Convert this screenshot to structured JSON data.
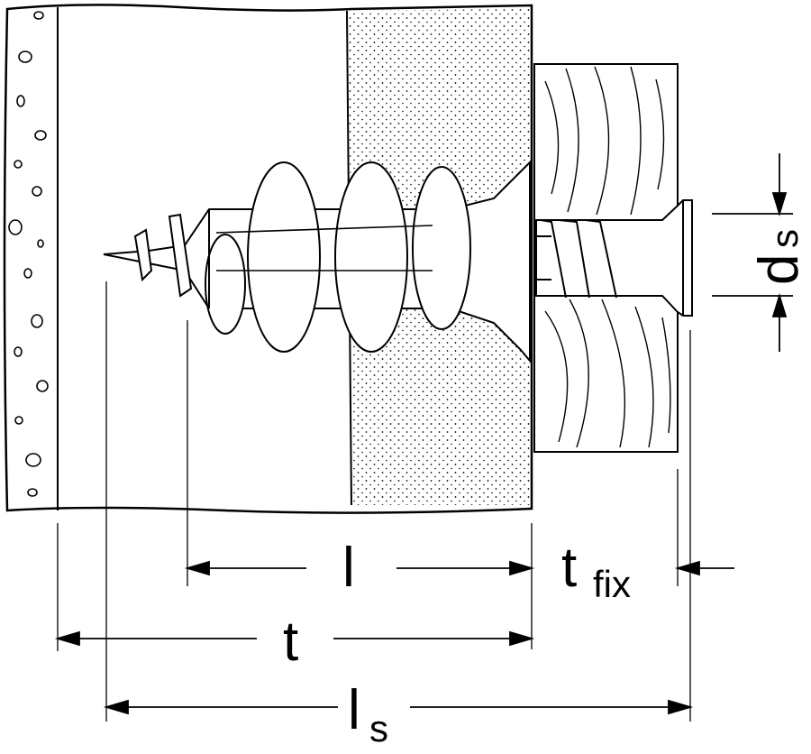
{
  "labels": {
    "l": "l",
    "t_main": "t",
    "t_fix_main": "t",
    "t_fix_sub": "fix",
    "d_main": "d",
    "d_sub": "s",
    "ls_main": "l",
    "ls_sub": "s"
  },
  "colors": {
    "ink": "#000000",
    "paper": "#ffffff"
  }
}
